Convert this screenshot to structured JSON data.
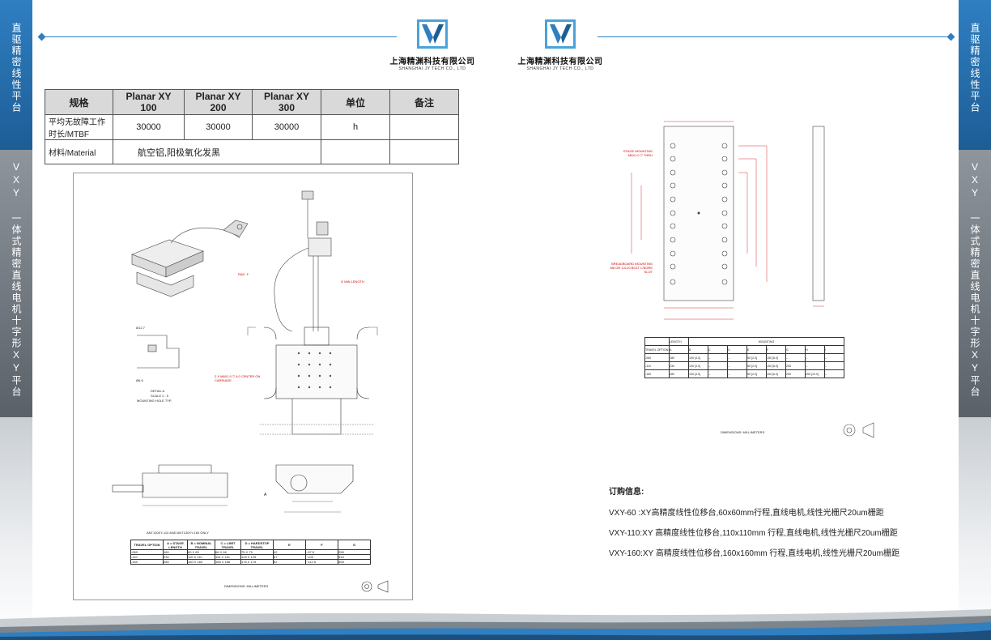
{
  "side_left": {
    "top_label": "直驱精密线性平台",
    "bottom_label": "VXY 一体式精密直线电机十字形XY平台"
  },
  "side_right": {
    "top_label": "直驱精密线性平台",
    "bottom_label": "VXY 一体式精密直线电机十字形XY平台"
  },
  "logo": {
    "company_cn": "上海精渊科技有限公司",
    "company_en": "SHANGHAI JY TECH CO., LTD"
  },
  "spec_table": {
    "headers": [
      "规格",
      "Planar XY 100",
      "Planar XY 200",
      "Planar XY 300",
      "单位",
      "备注"
    ],
    "rows": [
      {
        "label": "平均无故障工作时长/MTBF",
        "v1": "30000",
        "v2": "30000",
        "v3": "30000",
        "unit": "h",
        "note": ""
      },
      {
        "label": "材料/Material",
        "value": "航空铝,阳极氧化发黑",
        "unit": "",
        "note": ""
      }
    ]
  },
  "drawing1": {
    "labels": {
      "rad": "RAD. F",
      "g_min": "G MIN LENGTH",
      "detail": "DETAIL A",
      "scale": "SCALE 2 : 5",
      "mount_hole": "MOUNTING HOLE TYP.",
      "center": "2 X M6X1.0 ▽ 6.0 CENTER ON CARRIAGE",
      "note": "ANT130XY-110 AND ANT130XY-160 ONLY",
      "dims": "DIMENSIONS: MILLIMETERS",
      "phi127": "Ø12.7",
      "phi66": "Ø6.6",
      "a_label": "A"
    },
    "table": {
      "headers": [
        "TRAVEL OPTION",
        "A = STAGE LENGTH",
        "B = NOMINAL TRAVEL",
        "C = LIMIT TRAVEL",
        "D = HARDSTOP TRAVEL",
        "E",
        "F",
        "G"
      ],
      "rows": [
        [
          "-060",
          "180",
          "60 X 60",
          "66 X 66",
          "75 X 75",
          "42",
          "~87.5",
          "258"
        ],
        [
          "-110",
          "230",
          "110 X 110",
          "116 X 116",
          "125 X 125",
          "67",
          "~100",
          "333"
        ],
        [
          "-160",
          "280",
          "160 X 160",
          "166 X 166",
          "175 X 175",
          "92",
          "~112.5",
          "308"
        ]
      ]
    }
  },
  "drawing2": {
    "labels": {
      "stage_mount": "STAGE MOUNTING M6X1.0 ▽ THRU",
      "bread_mount": "BREADBOARD MOUNTING M6 OR 1/4-20 BOLT C'BORE SLOT",
      "dims": "DIMENSIONS: MILLIMETERS"
    },
    "table": {
      "group_headers": [
        "LENGTH",
        "MOUNTING"
      ],
      "headers": [
        "TRAVEL OPTION",
        "A",
        "B",
        "C",
        "D",
        "E",
        "F",
        "G",
        "H",
        "I"
      ],
      "rows": [
        [
          "-060",
          "180",
          "100 [4.0]",
          "--",
          "--",
          "50 [2.0]",
          "150 [6.0]",
          "--",
          "--",
          "--"
        ],
        [
          "-110",
          "230",
          "100 [4.0]",
          "--",
          "--",
          "50 [2.0]",
          "150 [6.0]",
          "200",
          "--",
          "--"
        ],
        [
          "-160",
          "280",
          "100 [4.0]",
          "--",
          "--",
          "50 [2.0]",
          "150 [6.0]",
          "200",
          "250 [10.0]",
          "--"
        ]
      ]
    }
  },
  "order": {
    "title": "订购信息:",
    "lines": [
      "VXY-60 :XY高精度线性位移台,60x60mm行程,直线电机,线性光栅尺20um栅距",
      "VXY-110:XY 高精度线性位移台,110x110mm 行程,直线电机,线性光栅尺20um栅距",
      "VXY-160:XY 高精度线性位移台,160x160mm 行程,直线电机,线性光栅尺20um栅距"
    ]
  },
  "colors": {
    "accent": "#2f7fc1",
    "side_gray": "#7a8189"
  }
}
